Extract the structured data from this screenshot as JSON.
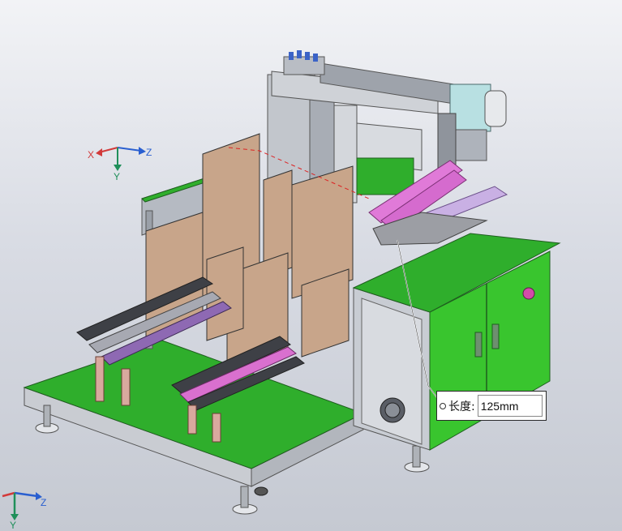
{
  "dimension_callout": {
    "label": "长度:",
    "value": "125mm"
  },
  "reference_triad": {
    "x": "X",
    "y": "Y",
    "z": "Z"
  },
  "view_triad": {
    "y": "Y",
    "z": "Z"
  },
  "colors": {
    "base_green": "#2fae2c",
    "cabinet_green": "#39c52e",
    "panel_tan": "#c8a58a",
    "frame_gray": "#9aa0a8",
    "highlight_pink": "#e07ad8",
    "axis_x": "#d23a3a",
    "axis_y": "#1f8f5a",
    "axis_z": "#2a5fd0"
  }
}
